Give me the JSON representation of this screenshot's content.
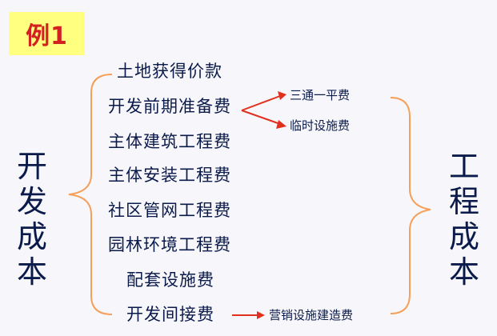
{
  "example_label": "例1",
  "left_title": [
    "开",
    "发",
    "成",
    "本"
  ],
  "right_title": [
    "工",
    "程",
    "成",
    "本"
  ],
  "items": [
    "土地获得价款",
    "开发前期准备费",
    "主体建筑工程费",
    "主体安装工程费",
    "社区管网工程费",
    "园林环境工程费",
    "配套设施费",
    "开发间接费"
  ],
  "sub_items": {
    "pre_dev_1": "三通一平费",
    "pre_dev_2": "临时设施费",
    "indirect": "营销设施建造费"
  },
  "colors": {
    "brace": "#f5a05a",
    "arrow": "#e0301e",
    "text": "#0a1a4a",
    "tag_bg": "#ffff80",
    "tag_text": "#d42020"
  }
}
